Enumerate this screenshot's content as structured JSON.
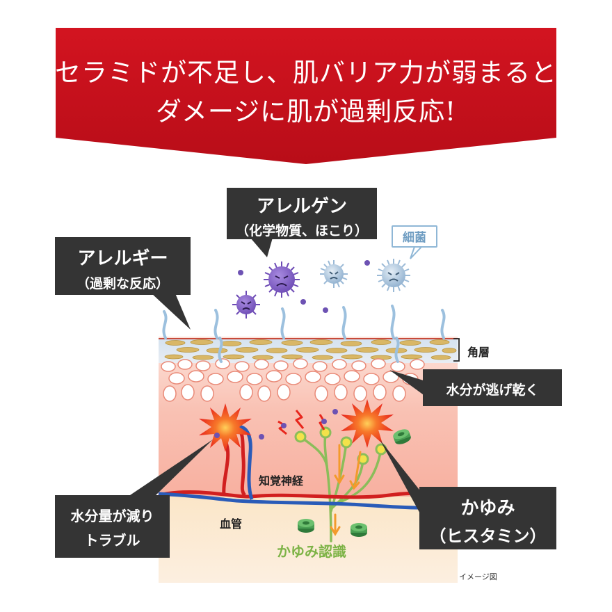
{
  "banner": {
    "line1": "セラミドが不足し、肌バリア力が弱まると",
    "line2": "ダメージに肌が過剰反応!",
    "color": "#c8111c"
  },
  "callouts": {
    "allergen": {
      "title": "アレルゲン",
      "sub": "（化学物質、ほこり）"
    },
    "allergy": {
      "title": "アレルギー",
      "sub": "（過剰な反応）"
    },
    "moisture_escape": "水分が逃げ乾く",
    "trouble": {
      "line1": "水分量が減り",
      "line2": "トラブル"
    },
    "itch": {
      "line1": "かゆみ",
      "line2": "（ヒスタミン）"
    }
  },
  "labels": {
    "bacteria": "細菌",
    "stratum_corneum": "角層",
    "sensory_nerve": "知覚神経",
    "blood_vessel": "血管",
    "itch_recognition": "かゆみ認識",
    "image_note": "イメージ図"
  },
  "icons": [
    "virus-icon",
    "bacteria-icon",
    "burst-icon",
    "histamine-icon",
    "moisture-wave-icon"
  ],
  "colors": {
    "dark_callout": "#343434",
    "nerve_green": "#7db346",
    "vessel_red": "#d11f1f",
    "vessel_blue": "#2a5bb8",
    "burst_red": "#e8261c",
    "allergen_purple": "#7f5fc2",
    "bacteria_blue": "#9ab9d6"
  }
}
